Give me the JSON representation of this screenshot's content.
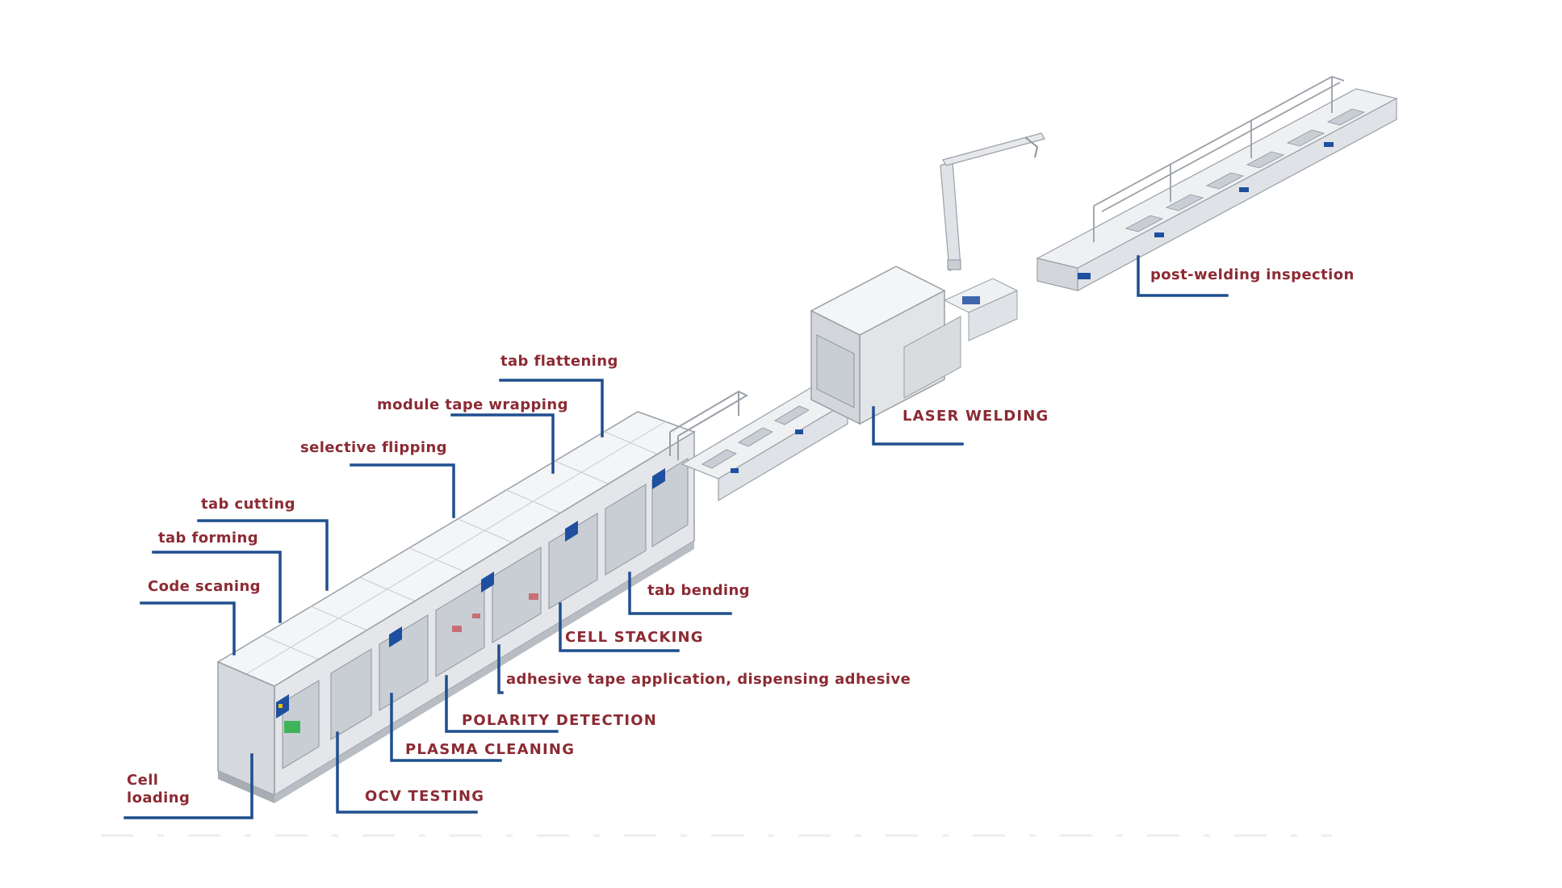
{
  "colors": {
    "label_text": "#8c2a33",
    "leader_line": "#1f4f8f",
    "machine_body": "#e4e6e9",
    "machine_top": "#f4f5f6",
    "machine_edge": "#9aa0a7",
    "brand_blue": "#1e4fa0",
    "brand_yellow": "#f2c200"
  },
  "labels": {
    "cell_loading": "Cell\nloading",
    "code_scaning": "Code scaning",
    "tab_forming": "tab forming",
    "tab_cutting": "tab cutting",
    "selective_flipping": "selective flipping",
    "module_tape_wrapping": "module tape wrapping",
    "tab_flattening": "tab flattening",
    "tab_bending": "tab bending",
    "cell_stacking": "CELL STACKING",
    "adhesive": "adhesive tape application, dispensing adhesive",
    "polarity_detection": "POLARITY DETECTION",
    "plasma_cleaning": "PLASMA CLEANING",
    "ocv_testing": "OCV TESTING",
    "laser_welding": "LASER WELDING",
    "post_welding_inspection": "post-welding inspection"
  }
}
